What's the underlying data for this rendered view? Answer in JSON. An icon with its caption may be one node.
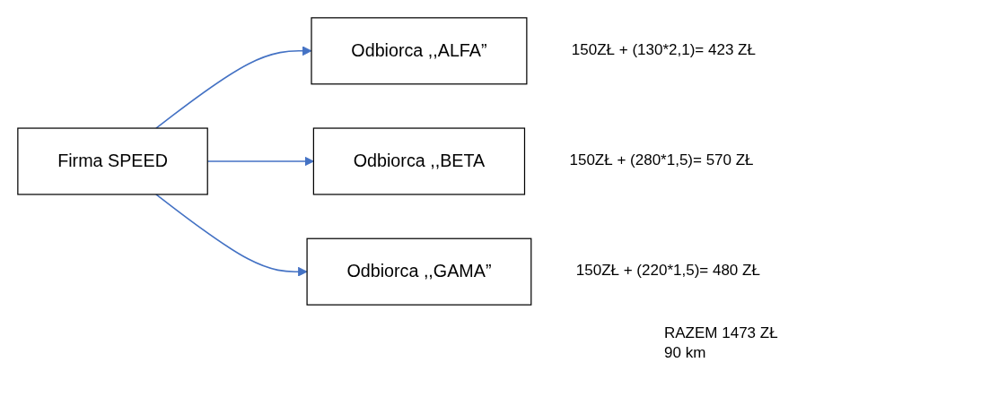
{
  "diagram": {
    "nodes": [
      {
        "text": [
          "Firma SPEED"
        ]
      },
      {
        "text": [
          "Odbiorca ,,ALFA”"
        ],
        "beside": [
          "150ZŁ + (130*2,1)= 423 ZŁ"
        ]
      },
      {
        "text": [
          "Odbiorca ,,BETA"
        ],
        "beside": [
          "150ZŁ + (280*1,5)= 570 ZŁ"
        ]
      },
      {
        "text": [
          "Odbiorca ,,GAMA”"
        ],
        "beside": [
          "150ZŁ + (220*1,5)= 480 ZŁ"
        ]
      }
    ],
    "edges": [
      {
        "from": 0,
        "to": 1,
        "arrow": "to"
      },
      {
        "from": 0,
        "to": 2,
        "arrow": "to"
      },
      {
        "from": 0,
        "to": 3,
        "arrow": "to"
      }
    ],
    "labels": [
      "RAZEM 1473 ZŁ",
      "90 km"
    ]
  }
}
